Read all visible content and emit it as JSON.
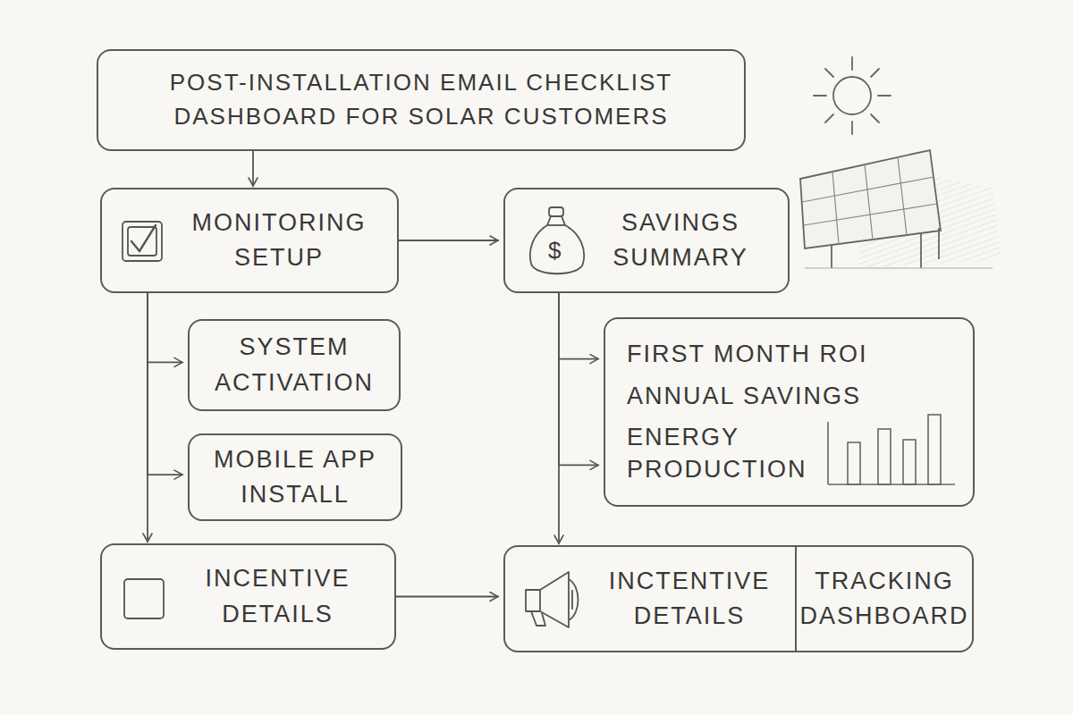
{
  "diagram": {
    "nodes": [
      {
        "text": [
          "POST-INSTALLATION EMAIL CHECKLIST DASHBOARD FOR SOLAR CUSTOMERS"
        ]
      },
      {
        "text": [
          "MONITORING SETUP"
        ]
      },
      {
        "text": [
          "SAVINGS SUMMARY"
        ]
      },
      {
        "text": [
          "SYSTEM ACTIVATION"
        ]
      },
      {
        "text": [
          "MOBILE APP INSTALL"
        ]
      },
      {
        "text": [
          "FIRST MONTH ROI",
          "ANNUAL SAVINGS",
          "ENERGY PRODUCTION"
        ]
      },
      {
        "text": [
          "INCENTIVE DETAILS"
        ]
      },
      {
        "text": [
          "INCTENTIVE DETAILS",
          "TRACKING DASHBOARD"
        ]
      }
    ],
    "edges": [
      {
        "from": 0,
        "to": 1,
        "arrow": "to"
      },
      {
        "from": 1,
        "to": 2,
        "arrow": "to"
      },
      {
        "from": 1,
        "to": 3,
        "arrow": "to"
      },
      {
        "from": 1,
        "to": 4,
        "arrow": "to"
      },
      {
        "from": 1,
        "to": 6,
        "arrow": "to"
      },
      {
        "from": 6,
        "to": 7,
        "arrow": "to"
      },
      {
        "from": 2,
        "to": 5,
        "arrow": "to"
      },
      {
        "from": 2,
        "to": 7,
        "arrow": "to"
      }
    ],
    "labels": [
      "$"
    ]
  }
}
